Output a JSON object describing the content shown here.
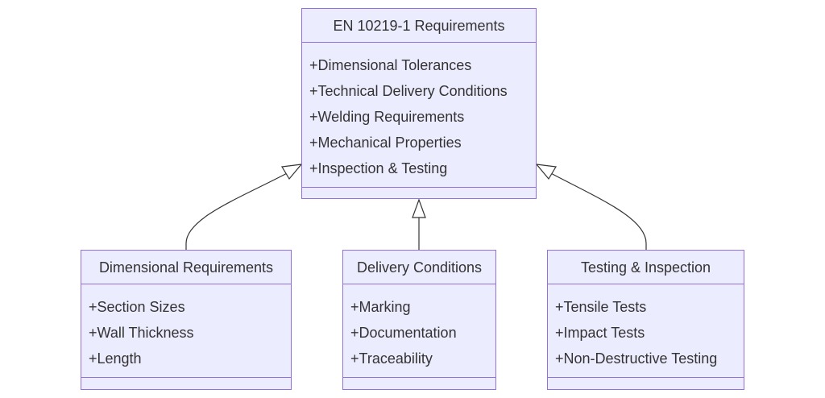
{
  "diagram": {
    "parent": {
      "title": "EN 10219-1 Requirements",
      "members": [
        "+Dimensional Tolerances",
        "+Technical Delivery Conditions",
        "+Welding Requirements",
        "+Mechanical Properties",
        "+Inspection & Testing"
      ]
    },
    "children": [
      {
        "title": "Dimensional Requirements",
        "members": [
          "+Section Sizes",
          "+Wall Thickness",
          "+Length"
        ]
      },
      {
        "title": "Delivery Conditions",
        "members": [
          "+Marking",
          "+Documentation",
          "+Traceability"
        ]
      },
      {
        "title": "Testing & Inspection",
        "members": [
          "+Tensile Tests",
          "+Impact Tests",
          "+Non-Destructive Testing"
        ]
      }
    ],
    "relations": [
      {
        "from": "Dimensional Requirements",
        "to": "EN 10219-1 Requirements",
        "type": "inheritance"
      },
      {
        "from": "Delivery Conditions",
        "to": "EN 10219-1 Requirements",
        "type": "inheritance"
      },
      {
        "from": "Testing & Inspection",
        "to": "EN 10219-1 Requirements",
        "type": "inheritance"
      }
    ],
    "colors": {
      "box_fill": "#ececff",
      "box_border": "#9370db",
      "edge": "#333333",
      "text": "#333333"
    }
  }
}
